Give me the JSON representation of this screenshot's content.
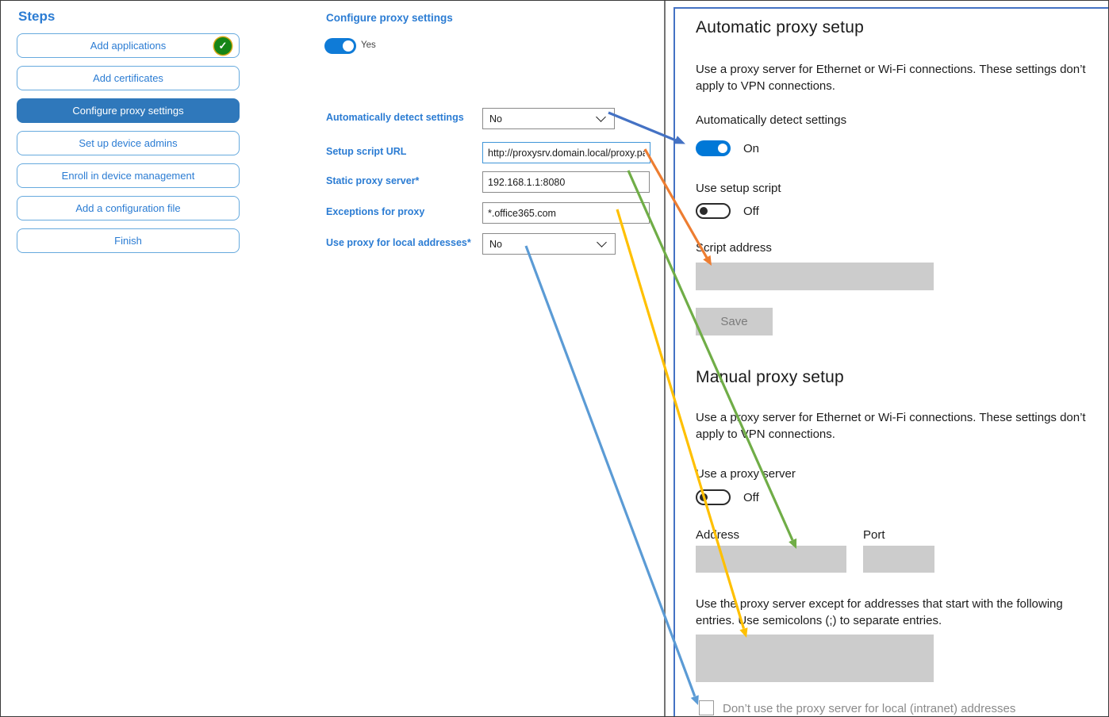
{
  "steps_panel": {
    "title": "Steps",
    "items": [
      {
        "label": "Add applications",
        "completed": true,
        "selected": false
      },
      {
        "label": "Add certificates",
        "completed": false,
        "selected": false
      },
      {
        "label": "Configure proxy settings",
        "completed": false,
        "selected": true
      },
      {
        "label": "Set up device admins",
        "completed": false,
        "selected": false
      },
      {
        "label": "Enroll in device management",
        "completed": false,
        "selected": false
      },
      {
        "label": "Add a configuration file",
        "completed": false,
        "selected": false
      },
      {
        "label": "Finish",
        "completed": false,
        "selected": false
      }
    ]
  },
  "icons": {
    "completed_check": "✓"
  },
  "form_panel": {
    "title": "Configure proxy settings",
    "enable_toggle": {
      "state_label": "Yes",
      "on": true
    },
    "fields": [
      {
        "label": "Automatically detect settings",
        "type": "select",
        "value": "No"
      },
      {
        "label": "Setup script URL",
        "type": "text",
        "value": "http://proxysrv.domain.local/proxy.pa",
        "focused": true
      },
      {
        "label": "Static proxy server*",
        "type": "text",
        "value": "192.168.1.1:8080"
      },
      {
        "label": "Exceptions for proxy",
        "type": "text",
        "value": "*.office365.com"
      },
      {
        "label": "Use proxy for local addresses*",
        "type": "select",
        "value": "No"
      }
    ]
  },
  "settings_panel": {
    "automatic": {
      "heading": "Automatic proxy setup",
      "description": "Use a proxy server for Ethernet or Wi-Fi connections. These settings don’t apply to VPN connections.",
      "detect_label": "Automatically detect settings",
      "detect_state": "On",
      "script_toggle_label": "Use setup script",
      "script_toggle_state": "Off",
      "script_address_label": "Script address",
      "script_address_value": "",
      "save_label": "Save"
    },
    "manual": {
      "heading": "Manual proxy setup",
      "description": "Use a proxy server for Ethernet or Wi-Fi connections. These settings don’t apply to VPN connections.",
      "proxy_toggle_label": "Use a proxy server",
      "proxy_toggle_state": "Off",
      "address_label": "Address",
      "address_value": "",
      "port_label": "Port",
      "port_value": "",
      "exceptions_description": "Use the proxy server except for addresses that start with the following entries. Use semicolons (;) to separate entries.",
      "exceptions_value": "",
      "intranet_checkbox_label": "Don’t use the proxy server for local (intranet) addresses",
      "intranet_checkbox_checked": false
    }
  },
  "arrows": [
    {
      "name": "auto-detect-mapping",
      "color": "#4472c4"
    },
    {
      "name": "setup-script-url-mapping",
      "color": "#ed7d31"
    },
    {
      "name": "static-proxy-server-mapping",
      "color": "#70ad47"
    },
    {
      "name": "proxy-exceptions-mapping",
      "color": "#ffc000"
    },
    {
      "name": "local-addresses-mapping",
      "color": "#5b9bd5"
    }
  ],
  "colors": {
    "accent_blue": "#0078d7",
    "step_selected_blue": "#2f78bb",
    "link_blue": "#2b7cd3",
    "panel_border_blue": "#4472c4",
    "disabled_gray": "#cccccc",
    "check_green": "#168516"
  }
}
